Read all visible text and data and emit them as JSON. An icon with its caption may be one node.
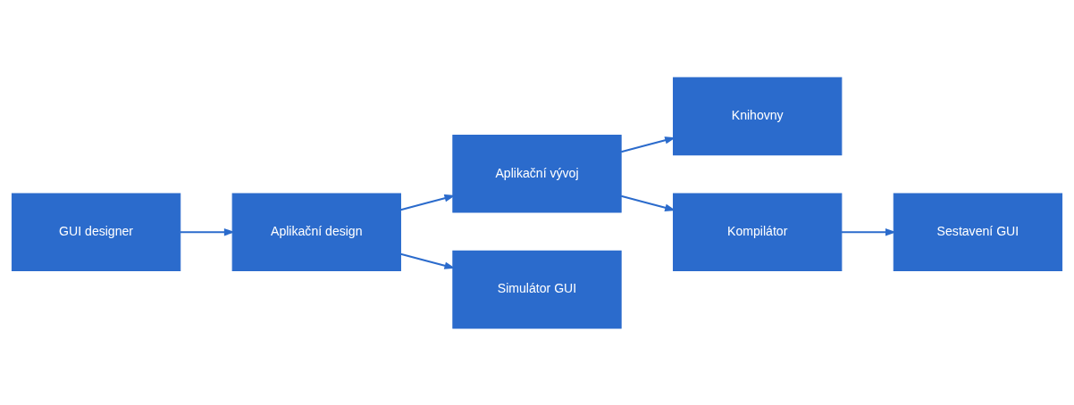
{
  "diagram": {
    "nodes": [
      {
        "text": [
          "Knihovny"
        ]
      },
      {
        "text": [
          "GUI designer"
        ]
      },
      {
        "text": [
          "Aplikační design"
        ]
      },
      {
        "text": [
          "Aplikační vývoj"
        ]
      },
      {
        "text": [
          "Kompilátor"
        ]
      },
      {
        "text": [
          "Sestavení GUI"
        ]
      },
      {
        "text": [
          "Simulátor GUI"
        ]
      }
    ],
    "edges": [
      {
        "from": 1,
        "to": 2,
        "arrow": "to"
      },
      {
        "from": 2,
        "to": 3,
        "arrow": "to"
      },
      {
        "from": 2,
        "to": 6,
        "arrow": "to"
      },
      {
        "from": 3,
        "to": 0,
        "arrow": "to"
      },
      {
        "from": 3,
        "to": 4,
        "arrow": "to"
      },
      {
        "from": 4,
        "to": 5,
        "arrow": "to"
      }
    ]
  }
}
